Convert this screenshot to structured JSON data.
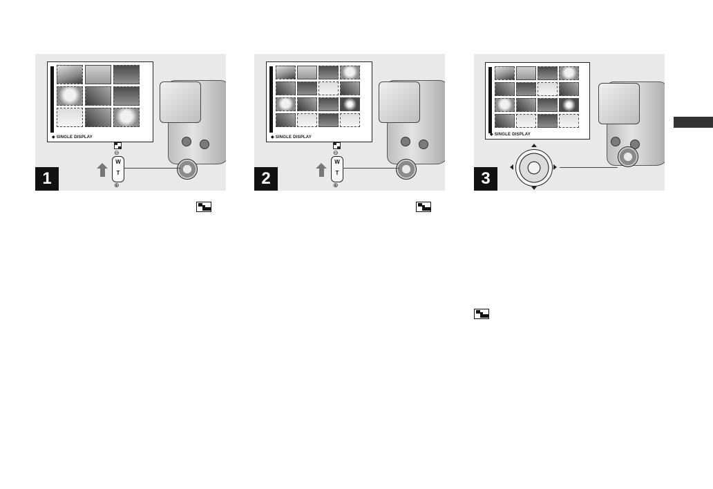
{
  "panels": [
    {
      "step": "1",
      "label": "SINGLE DISPLAY",
      "zoom_lever_w": "W",
      "zoom_lever_t": "T"
    },
    {
      "step": "2",
      "label": "SINGLE DISPLAY",
      "zoom_lever_w": "W",
      "zoom_lever_t": "T"
    },
    {
      "step": "3",
      "label": "SINGLE DISPLAY"
    }
  ],
  "icons": [
    "index-display-icon",
    "index-display-icon",
    "index-display-icon"
  ]
}
